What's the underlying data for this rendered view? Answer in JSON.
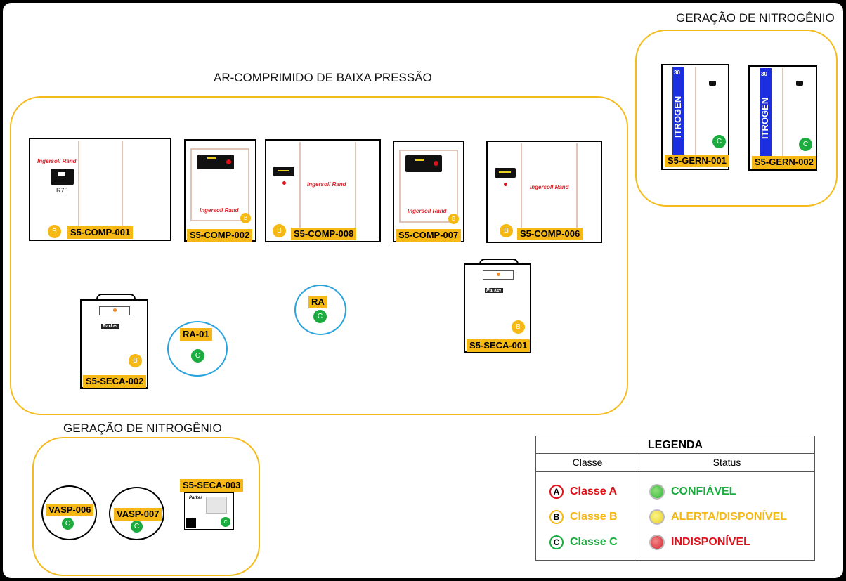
{
  "zones": {
    "ar_comprimido_title": "AR-COMPRIMIDO DE BAIXA PRESSÃO",
    "geracao_top_title": "GERAÇÃO DE NITROGÊNIO",
    "geracao_bottom_title": "GERAÇÃO DE NITROGÊNIO"
  },
  "equipment": {
    "comp001": {
      "tag": "S5-COMP-001",
      "classe": "B",
      "model": "R75",
      "brand": "Ingersoll Rand"
    },
    "comp002": {
      "tag": "S5-COMP-002",
      "classe": "B",
      "brand": "Ingersoll Rand"
    },
    "comp008": {
      "tag": "S5-COMP-008",
      "classe": "B",
      "brand": "Ingersoll Rand"
    },
    "comp007": {
      "tag": "S5-COMP-007",
      "classe": "B",
      "brand": "Ingersoll Rand"
    },
    "comp006": {
      "tag": "S5-COMP-006",
      "classe": "B",
      "brand": "Ingersoll Rand"
    },
    "seca002": {
      "tag": "S5-SECA-002",
      "classe": "B",
      "brand": "Parker"
    },
    "seca001": {
      "tag": "S5-SECA-001",
      "classe": "B",
      "brand": "Parker"
    },
    "ra01": {
      "tag": "RA-01",
      "classe": "C"
    },
    "ra": {
      "tag": "RA",
      "classe": "C"
    },
    "gern001": {
      "tag": "S5-GERN-001",
      "classe": "C",
      "label": "ITROGEN",
      "num": "30"
    },
    "gern002": {
      "tag": "S5-GERN-002",
      "classe": "C",
      "label": "ITROGEN",
      "num": "30"
    },
    "vasp006": {
      "tag": "VASP-006",
      "classe": "C"
    },
    "vasp007": {
      "tag": "VASP-007",
      "classe": "C"
    },
    "seca003": {
      "tag": "S5-SECA-003",
      "classe": "C",
      "brand": "Parker"
    }
  },
  "legend": {
    "title": "LEGENDA",
    "col_classe": "Classe",
    "col_status": "Status",
    "classes": [
      {
        "letter": "A",
        "label": "Classe A",
        "color": "#e0101b"
      },
      {
        "letter": "B",
        "label": "Classe B",
        "color": "#f5b814"
      },
      {
        "letter": "C",
        "label": "Classe C",
        "color": "#1cab3e"
      }
    ],
    "status": [
      {
        "label": "CONFIÁVEL",
        "color": "#1cab3e",
        "led": "#2fb53a"
      },
      {
        "label": "ALERTA/DISPONÍVEL",
        "color": "#f5b814",
        "led": "#e8d020"
      },
      {
        "label": "INDISPONÍVEL",
        "color": "#e0101b",
        "led": "#d4202a"
      }
    ]
  },
  "colors": {
    "zone_border": "#f5bb1c",
    "tag_bg": "#f5b814",
    "circle_blue": "#29a3dc",
    "nitrogen_blue": "#1b2fe0"
  }
}
